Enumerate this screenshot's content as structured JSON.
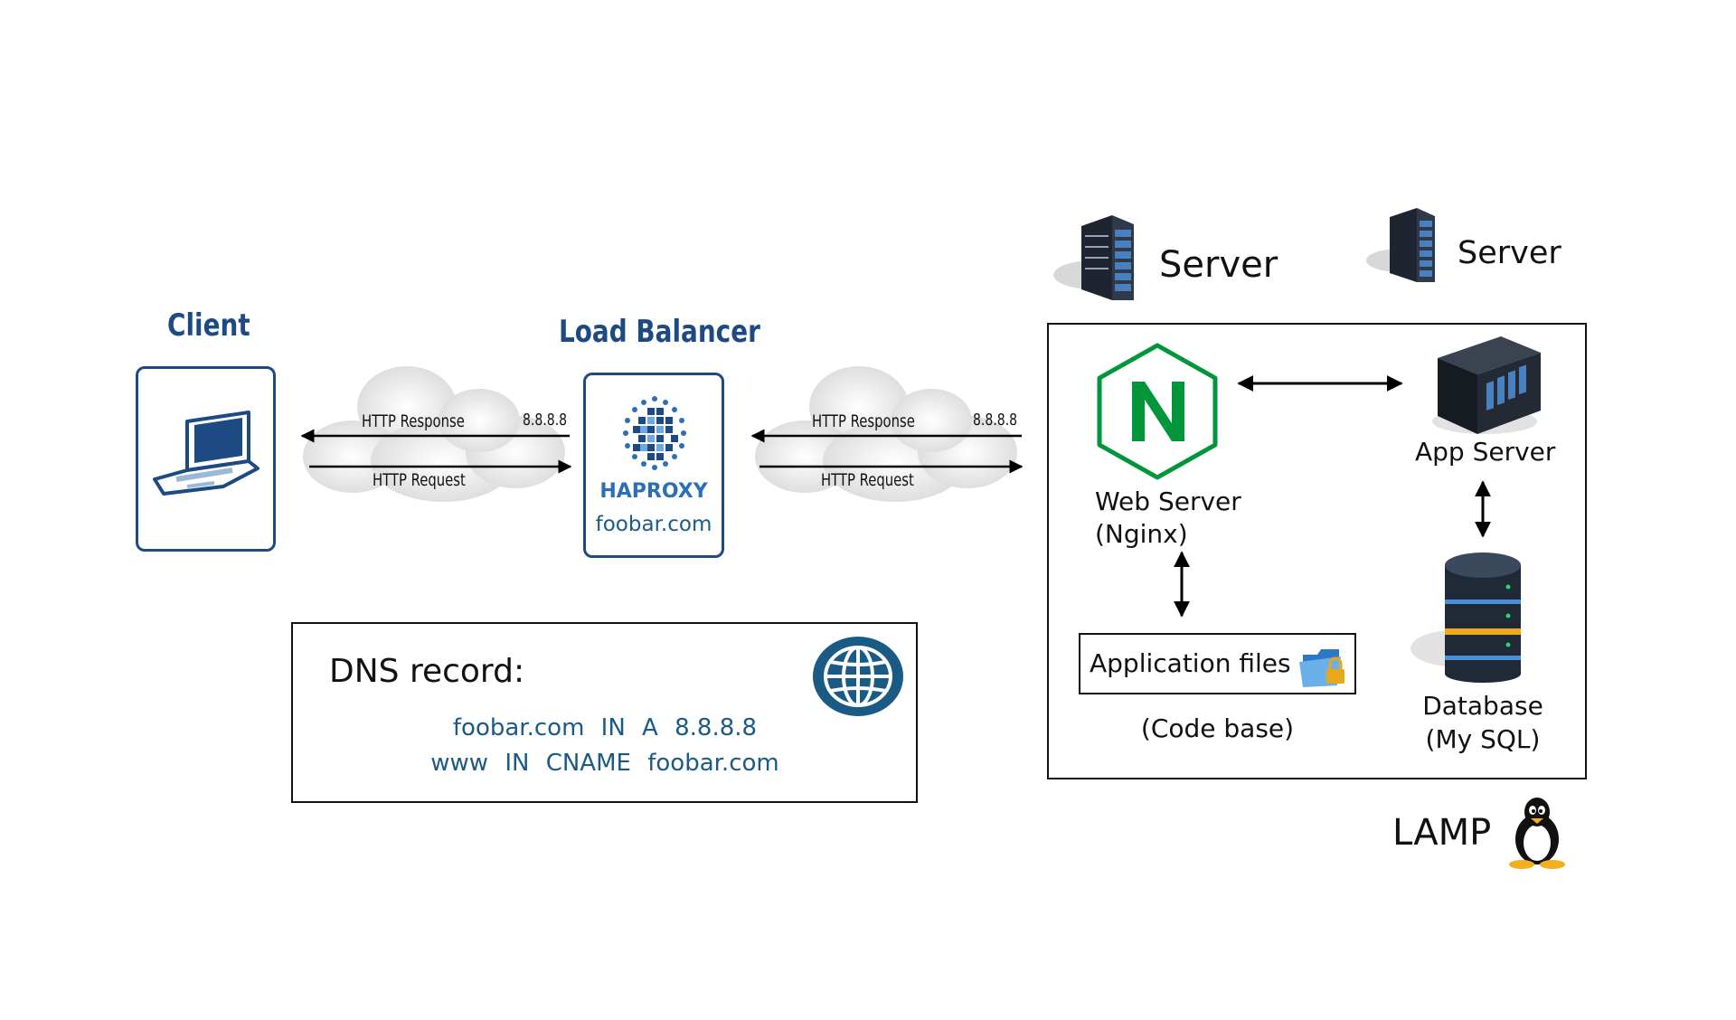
{
  "client": {
    "title": "Client",
    "icon": "laptop-icon"
  },
  "load_balancer": {
    "title": "Load Balancer",
    "brand": "HAPROXY",
    "domain": "foobar.com",
    "icon": "haproxy-logo-icon"
  },
  "links": [
    {
      "response_label": "HTTP Response",
      "request_label": "HTTP Request",
      "ip": "8.8.8.8"
    },
    {
      "response_label": "HTTP Response",
      "request_label": "HTTP Request",
      "ip": "8.8.8.8"
    }
  ],
  "servers": [
    {
      "label": "Server",
      "icon": "server-rack-icon"
    },
    {
      "label": "Server",
      "icon": "server-rack-icon"
    }
  ],
  "stack": {
    "web_server": {
      "line1": "Web Server",
      "line2": "(Nginx)",
      "icon": "nginx-icon"
    },
    "app_server": {
      "label": "App Server",
      "icon": "app-server-icon"
    },
    "app_files": {
      "label": "Application files",
      "sub": "(Code base)",
      "icon": "folder-lock-icon"
    },
    "database": {
      "line1": "Database",
      "line2": "(My SQL)",
      "icon": "database-icon"
    },
    "lamp": {
      "label": "LAMP",
      "icon": "tux-penguin-icon"
    }
  },
  "dns": {
    "title": "DNS record:",
    "records": [
      "foobar.com IN A 8.8.8.8",
      "www IN CNAME foobar.com"
    ],
    "icon": "globe-icon"
  },
  "colors": {
    "accent": "#1d4a82",
    "dns_text": "#1a5b86",
    "nginx_green": "#009639"
  }
}
